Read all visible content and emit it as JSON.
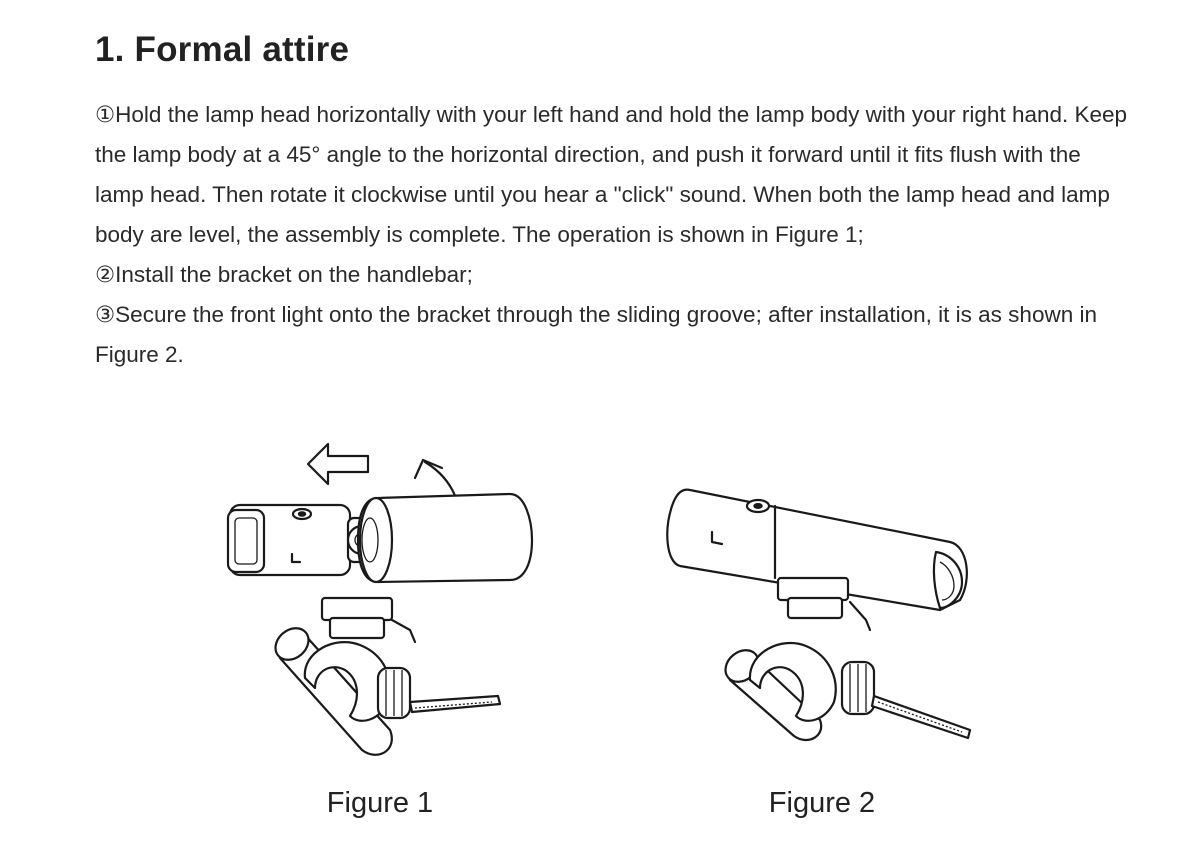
{
  "section": {
    "title": "1. Formal attire"
  },
  "steps": [
    {
      "text": "①Hold the lamp head horizontally with your left hand and hold the lamp body with your right hand. Keep the lamp body at a 45° angle to the horizontal direction, and push it forward until it fits flush with the lamp head. Then rotate it clockwise until you hear a \"click\" sound. When both the lamp head and lamp body are level, the assembly is complete. The operation is shown in Figure 1;"
    },
    {
      "text": "②Install the bracket on the handlebar;"
    },
    {
      "text": "③Secure the front light onto the bracket through the sliding groove; after installation, it is as shown in Figure 2."
    }
  ],
  "figures": [
    {
      "caption": "Figure 1",
      "icon": "lamp-assembly-illustration"
    },
    {
      "caption": "Figure 2",
      "icon": "lamp-mounted-illustration"
    }
  ]
}
